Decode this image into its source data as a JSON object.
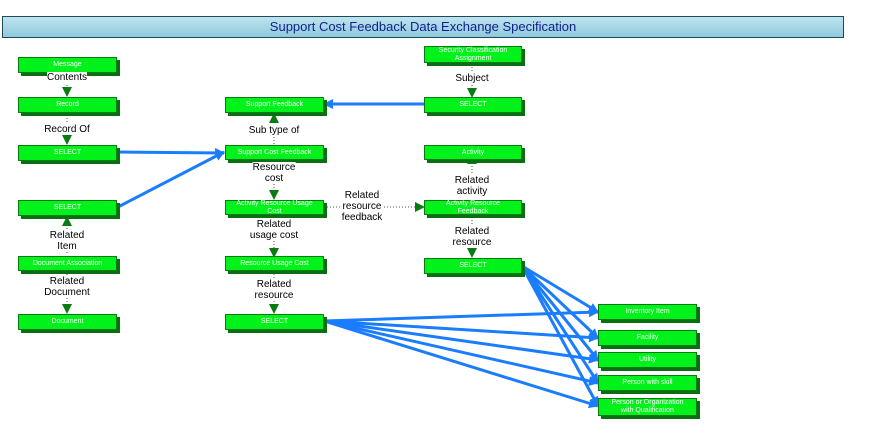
{
  "title": "Support Cost Feedback Data Exchange Specification",
  "colors": {
    "node_fill": "#00f21a",
    "node_text": "#ffffff",
    "arrow_blue": "#1a7dff",
    "connector_green": "#0a7a12",
    "title_text": "#0f1e8c"
  },
  "nodes": {
    "message": "Message",
    "record": "Record",
    "select_record": "SELECT",
    "select_item": "SELECT",
    "document_association": "Document Association",
    "document": "Document",
    "support_feedback": "Support Feedback",
    "support_cost_feedback": "Support Cost Feedback",
    "activity_resource_usage_cost": "Activity Resource Usage\nCost",
    "resource_usage_cost": "Resource Usage Cost",
    "select_resource": "SELECT",
    "security_classification_assignment": "Security Classification\nAssignment",
    "select_security": "SELECT",
    "activity": "Activity",
    "activity_resource_feedback": "Activity Resource\nFeedback",
    "select_activity_resource": "SELECT",
    "inventory_item": "Inventory Item",
    "facility": "Facility",
    "utility": "Utility",
    "person_with_skill": "Person with skill",
    "person_or_organization": "Person or Organization\nwith Qualification"
  },
  "labels": {
    "contents": "Contents",
    "record_of": "Record Of",
    "related_item": "Related\nItem",
    "related_document": "Related\nDocument",
    "sub_type_of": "Sub type of",
    "resource_cost": "Resource\ncost",
    "related_usage_cost": "Related\nusage cost",
    "related_resource_left": "Related\nresource",
    "subject": "Subject",
    "related_activity": "Related\nactivity",
    "related_resource_feedback": "Related\nresource\nfeedback",
    "related_resource_right": "Related\nresource"
  }
}
